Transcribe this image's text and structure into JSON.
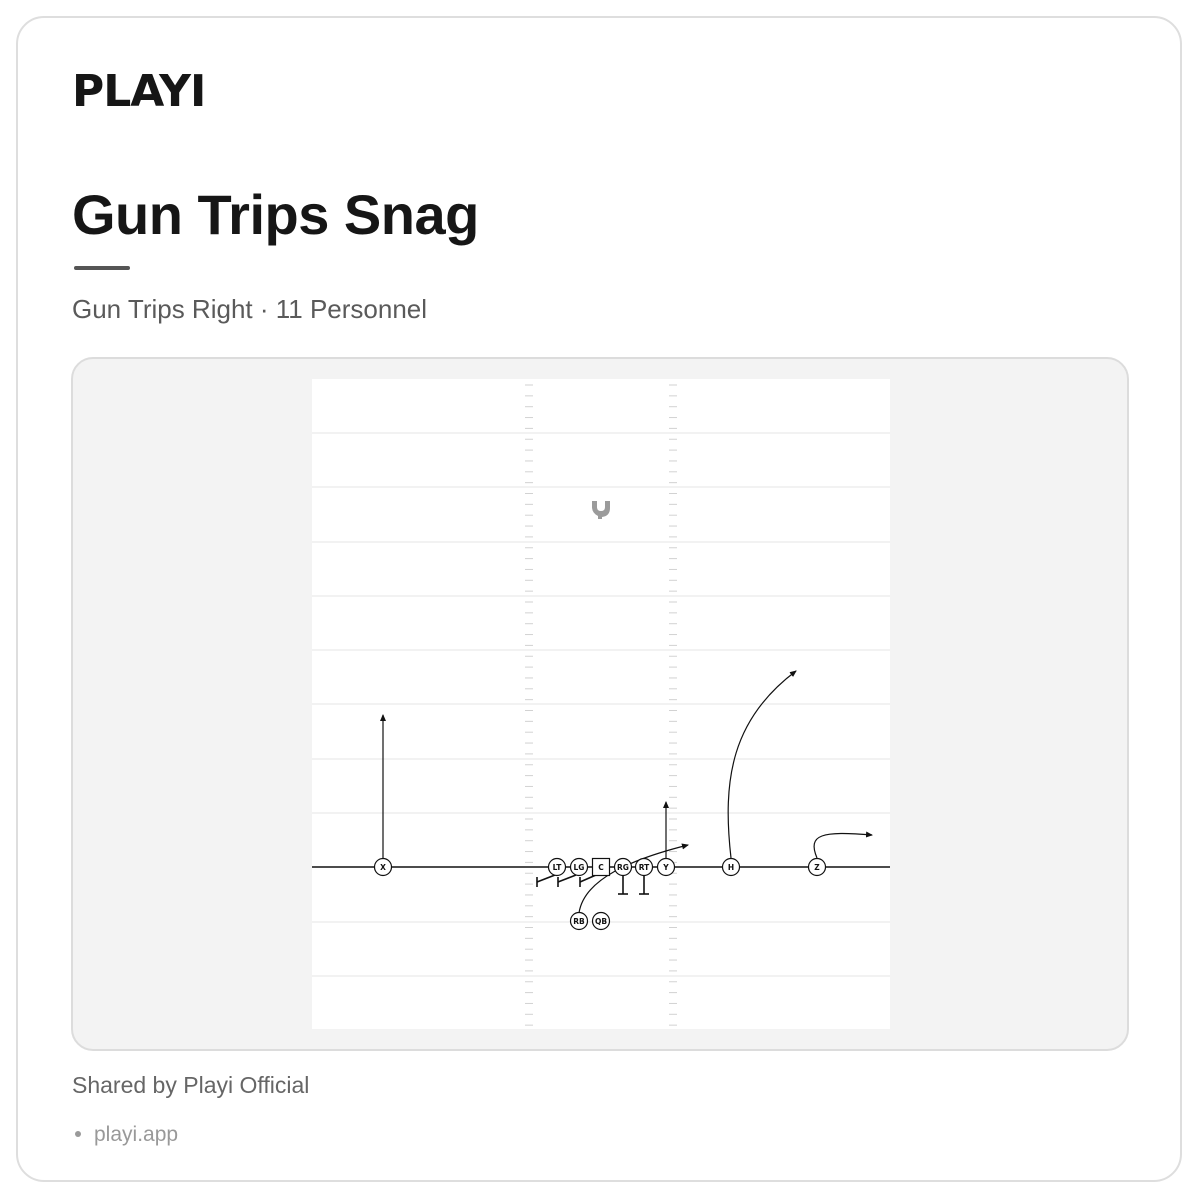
{
  "brand": {
    "name": "PLAYI"
  },
  "play": {
    "title": "Gun Trips Snag",
    "subtitle": "Gun Trips Right · 11 Personnel"
  },
  "diagram": {
    "players": [
      {
        "id": "X",
        "shape": "circle"
      },
      {
        "id": "LT",
        "shape": "circle"
      },
      {
        "id": "LG",
        "shape": "circle"
      },
      {
        "id": "C",
        "shape": "square"
      },
      {
        "id": "RG",
        "shape": "circle"
      },
      {
        "id": "RT",
        "shape": "circle"
      },
      {
        "id": "Y",
        "shape": "circle"
      },
      {
        "id": "H",
        "shape": "circle"
      },
      {
        "id": "Z",
        "shape": "circle"
      },
      {
        "id": "RB",
        "shape": "circle"
      },
      {
        "id": "QB",
        "shape": "circle"
      }
    ],
    "routes": [
      {
        "player": "X",
        "route": "go"
      },
      {
        "player": "Y",
        "route": "stick"
      },
      {
        "player": "H",
        "route": "corner"
      },
      {
        "player": "Z",
        "route": "flat"
      },
      {
        "player": "RB",
        "route": "swing"
      }
    ],
    "blocks": [
      "LT",
      "LG",
      "C",
      "RG",
      "RT"
    ],
    "watermark_icon": "playi-mark-icon",
    "colors": {
      "field": "#ffffff",
      "panel": "#f3f3f3",
      "lines": "#111111",
      "yard_lines": "#e6e6e6",
      "watermark": "#9b9b9b"
    }
  },
  "footer": {
    "shared_by": "Shared by Playi Official",
    "link": "playi.app"
  },
  "colors": {
    "title": "#161616",
    "muted": "#5a5a5a",
    "border": "#dedede"
  }
}
